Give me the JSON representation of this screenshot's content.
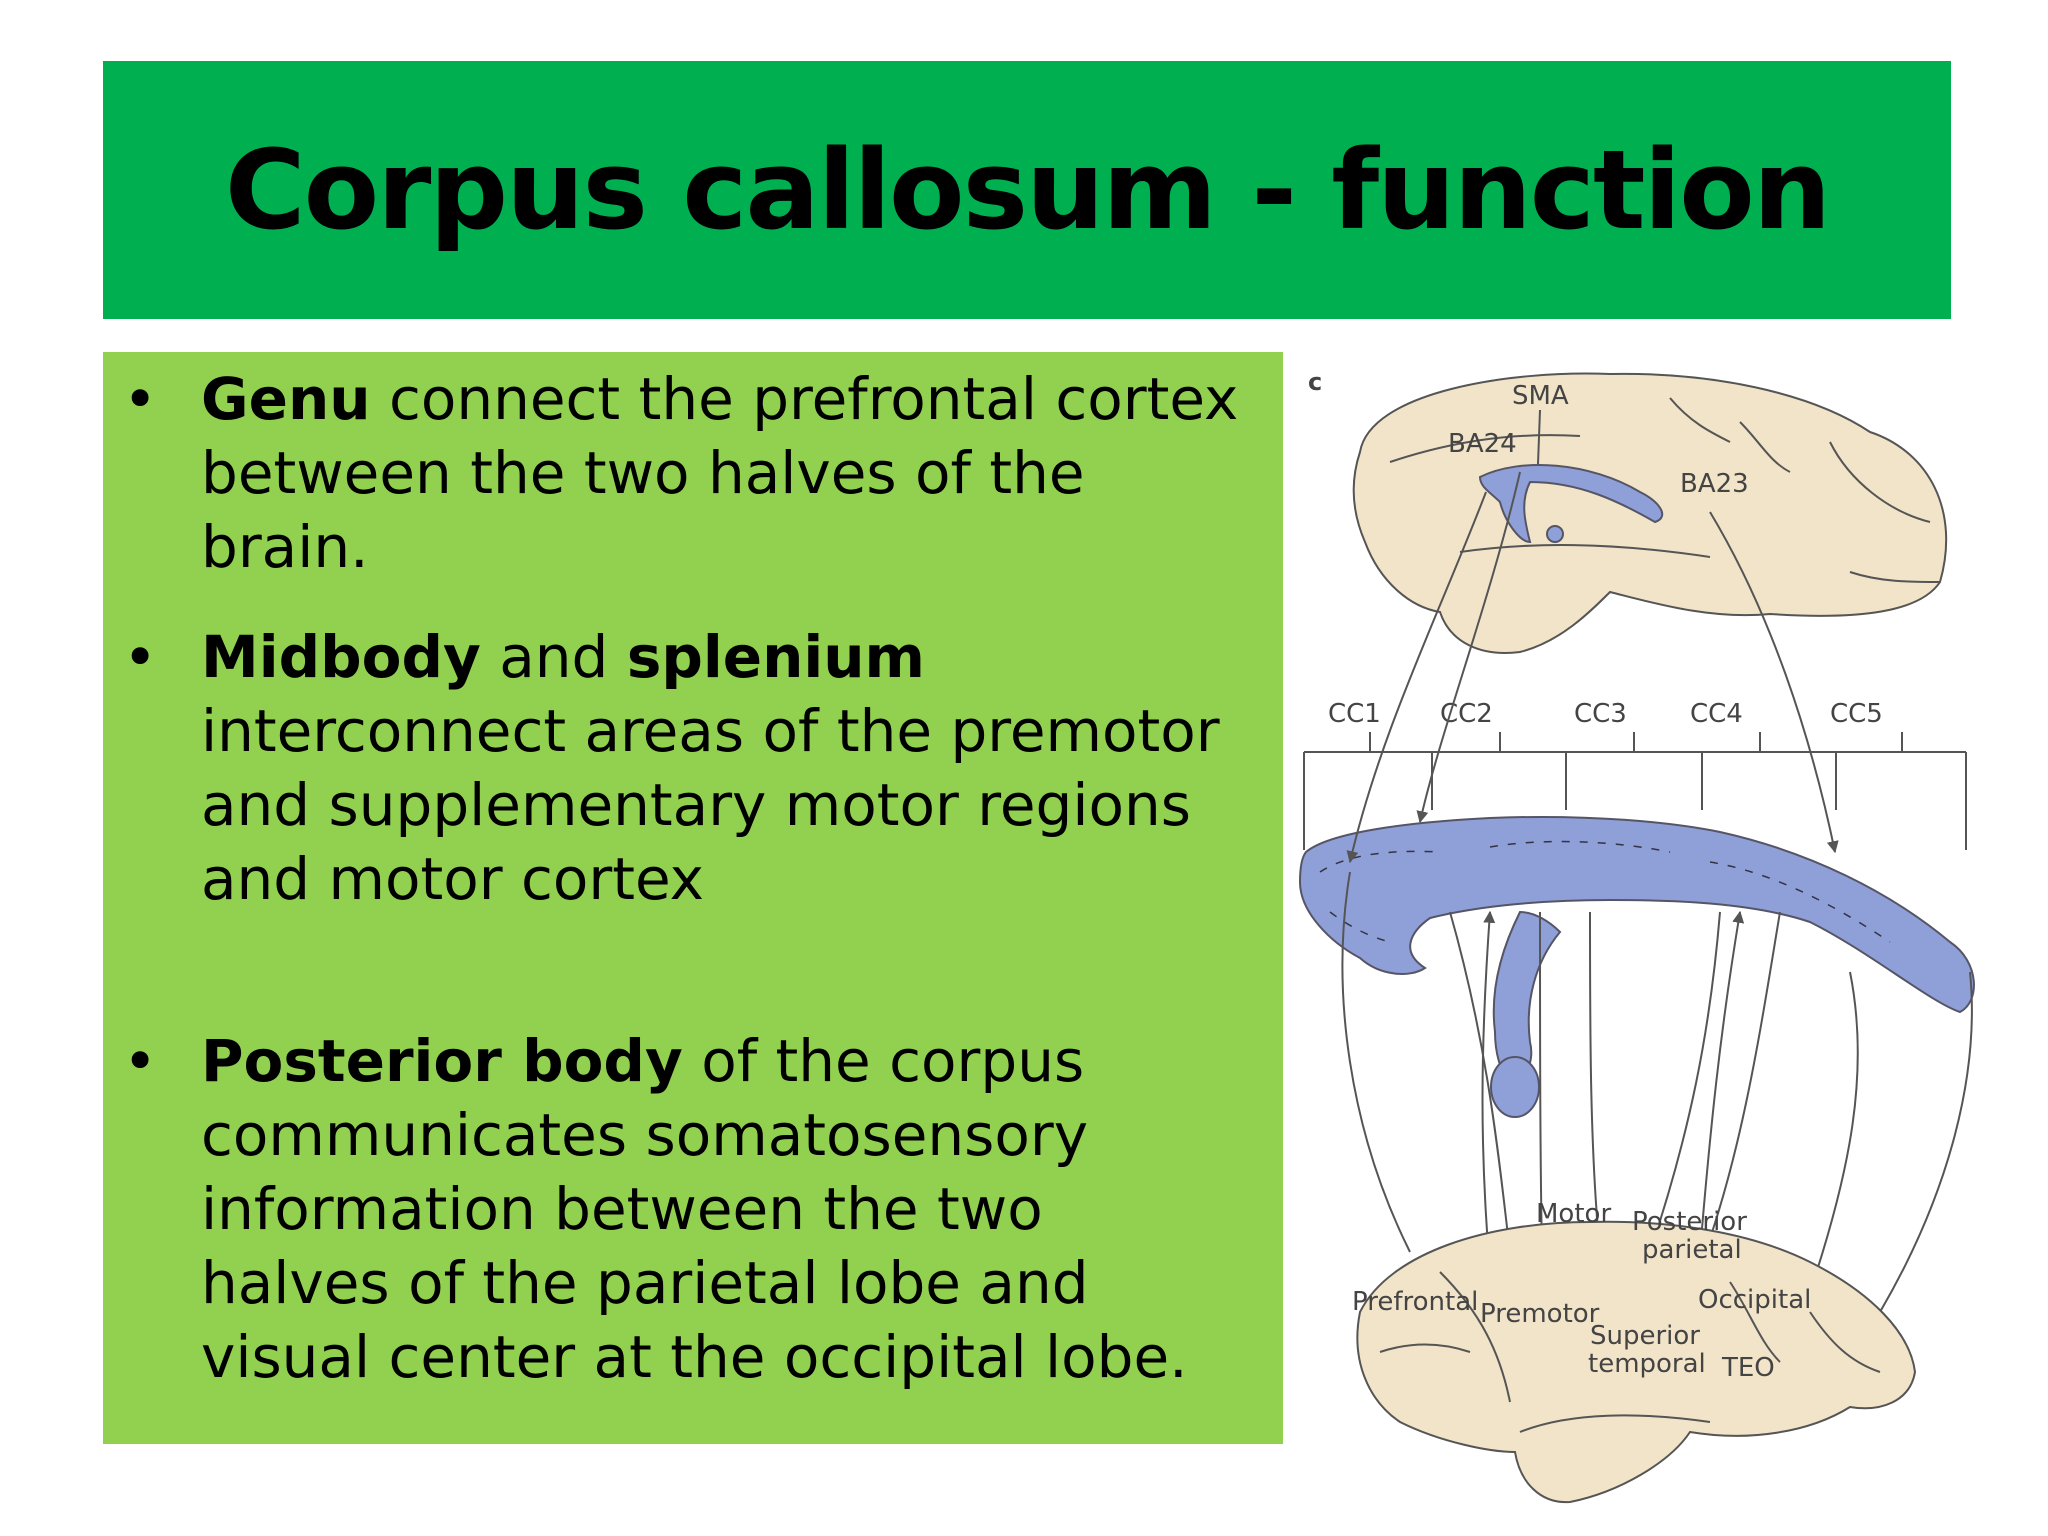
{
  "slide": {
    "title": "Corpus callosum - function",
    "bullets": [
      {
        "marker": "•",
        "parts": [
          {
            "bold": "Genu"
          },
          {
            "text": " connect the prefrontal cortex between the two halves of the brain."
          }
        ]
      },
      {
        "marker": "•",
        "parts": [
          {
            "bold": "Midbody"
          },
          {
            "text": " and "
          },
          {
            "bold": "splenium"
          },
          {
            "text": " interconnect areas of the premotor and supplementary motor regions and motor cortex"
          }
        ]
      },
      {
        "marker": "•",
        "parts": [
          {
            "bold": "Posterior body"
          },
          {
            "text": " of the corpus communicates somatosensory information between the two halves of the parietal lobe and visual center at the occipital lobe."
          }
        ]
      }
    ]
  },
  "figure": {
    "panel_letter": "c",
    "top_brain_labels": [
      "SMA",
      "BA24",
      "BA23"
    ],
    "segment_labels": [
      "CC1",
      "CC2",
      "CC3",
      "CC4",
      "CC5"
    ],
    "bottom_brain_labels": {
      "motor": "Motor",
      "posterior_parietal_1": "Posterior",
      "posterior_parietal_2": "parietal",
      "prefrontal": "Prefrontal",
      "premotor": "Premotor",
      "occipital": "Occipital",
      "superior_temporal_1": "Superior",
      "superior_temporal_2": "temporal",
      "teo": "TEO"
    },
    "colors": {
      "brain_fill": "#f2e4c8",
      "tract_fill": "#8f9fd8",
      "line": "#555555"
    }
  }
}
